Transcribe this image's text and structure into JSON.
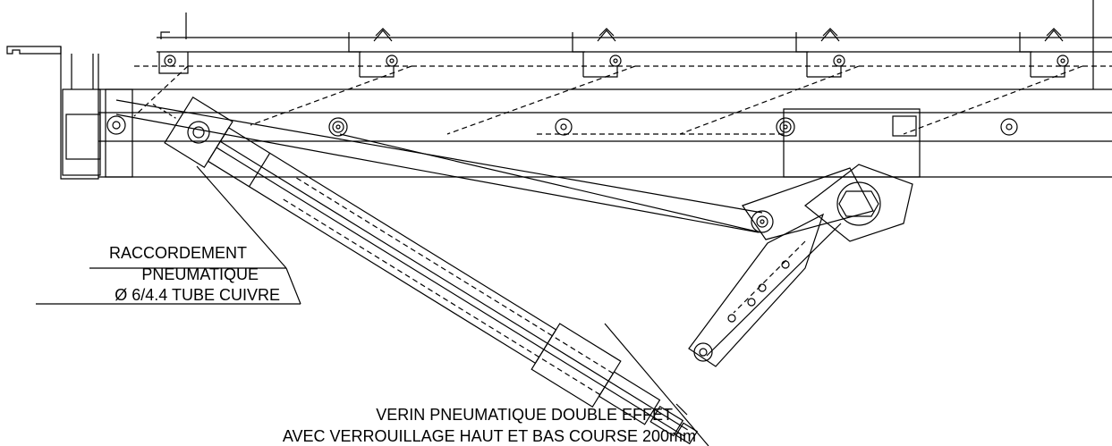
{
  "labels": {
    "connection": {
      "line1": "RACCORDEMENT",
      "line2": "PNEUMATIQUE",
      "line3": "Ø 6/4.4  TUBE CUIVRE"
    },
    "cylinder": {
      "line1": "VERIN PNEUMATIQUE DOUBLE EFFET",
      "line2": "AVEC VERROUILLAGE HAUT ET BAS COURSE 200mm"
    }
  },
  "colors": {
    "ink": "#000000",
    "paper": "#ffffff"
  }
}
